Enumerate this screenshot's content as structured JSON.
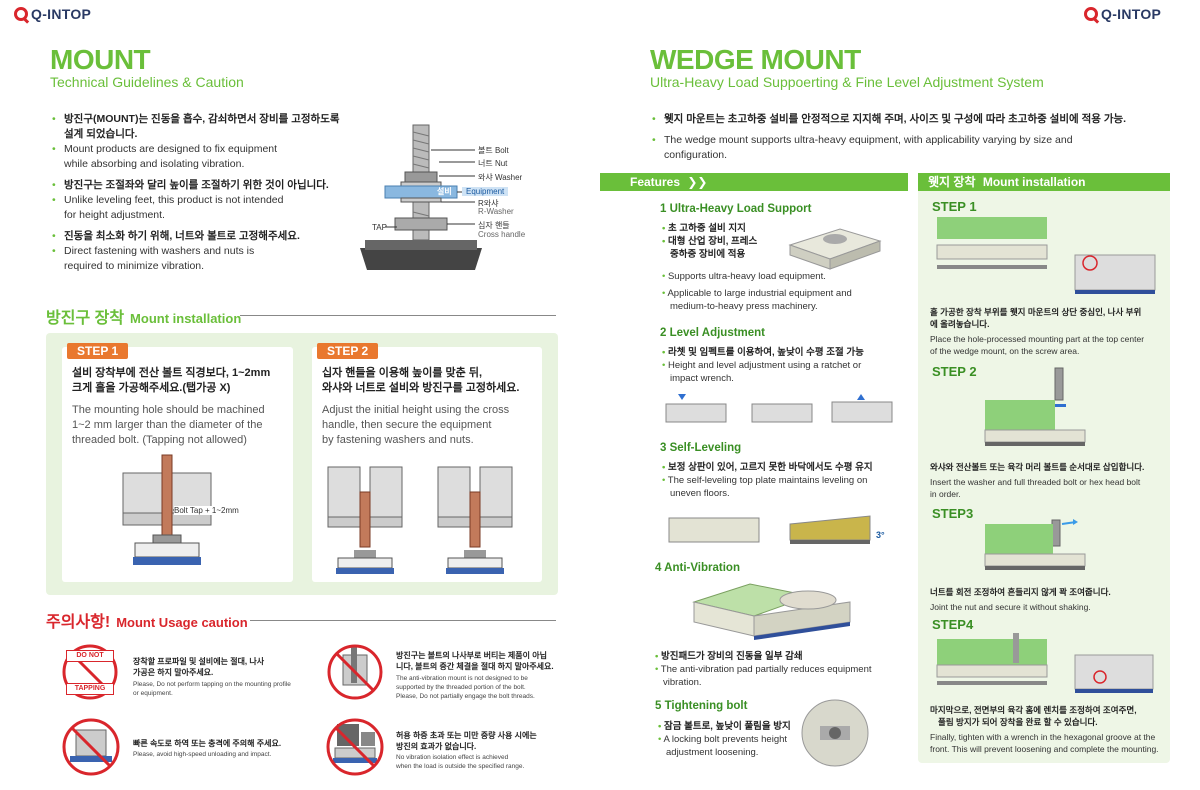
{
  "brand": "Q-INTOP",
  "left": {
    "title": "MOUNT",
    "subtitle": "Technical Guidelines & Caution",
    "bullets": [
      {
        "ko1": "방진구(MOUNT)는 진동을 흡수, 감쇠하면서 장비를 고정하도록",
        "ko2": "설계 되었습니다.",
        "en1": "Mount products are designed to fix equipment",
        "en2": "while absorbing and isolating vibration."
      },
      {
        "ko1": "방진구는 조절좌와 달리 높이를 조절하기 위한 것이 아닙니다.",
        "ko2": "",
        "en1": "Unlike leveling feet, this product is not intended",
        "en2": "for height adjustment."
      },
      {
        "ko1": "진동을 최소화 하기 위해, 너트와 볼트로 고정해주세요.",
        "ko2": "",
        "en1": "Direct fastening with washers and nuts is",
        "en2": "required to minimize vibration."
      }
    ],
    "diagram": {
      "bolt": "볼트 Bolt",
      "nut": "너트 Nut",
      "washer": "와샤 Washer",
      "equipment_ko": "설비",
      "equipment_en": "Equipment",
      "rwasher_ko": "R와샤",
      "rwasher_en": "R-Washer",
      "tap": "TAP",
      "cross_ko": "십자 핸들",
      "cross_en": "Cross handle"
    },
    "install": {
      "title_ko": "방진구 장착",
      "title_en": "Mount installation",
      "step1": {
        "tag": "STEP 1",
        "ko1": "설비 장착부에 전산 볼트 직경보다, 1~2mm",
        "ko2": "크게 홀을 가공해주세요.(탭가공 X)",
        "en1": "The mounting hole should be machined",
        "en2": "1~2 mm larger than the diameter of the",
        "en3": "threaded bolt. (Tapping not allowed)",
        "label": "Bolt Tap + 1~2mm"
      },
      "step2": {
        "tag": "STEP 2",
        "ko1": "십자 핸들을 이용해 높이를 맞춘 뒤,",
        "ko2": "와샤와 너트로 설비와 방진구를 고정하세요.",
        "en1": "Adjust the initial height using the cross",
        "en2": "handle, then secure the equipment",
        "en3": "by fastening washers and nuts."
      }
    },
    "caution": {
      "title_ko": "주의사항!",
      "title_en": "Mount Usage caution",
      "items": [
        {
          "ko1": "장착할 프로파일 및 설비에는 절대, 나사",
          "ko2": "가공은 하지 말아주세요.",
          "en1": "Please, Do not perform tapping on the mounting profile",
          "en2": "or equipment.",
          "stamp1": "DO NOT",
          "stamp2": "TAPPING"
        },
        {
          "ko1": "방진구는 볼트의 나사부로 버티는 제품이 아닙",
          "ko2": "니다, 볼트의 중간 체결을 절대 하지 말아주세요.",
          "en1": "The anti-vibration mount is not designed to be",
          "en2": "supported by the threaded portion of the bolt.",
          "en3": "Please, Do not partially engage the bolt threads."
        },
        {
          "ko1": "빠른 속도로 하역 또는 충격에 주의해 주세요.",
          "ko2": "",
          "en1": "Please, avoid high-speed unloading and impact.",
          "en2": ""
        },
        {
          "ko1": "허용 하중 초과 또는 미만 중량 사용 시에는",
          "ko2": "방진의 효과가 없습니다.",
          "en1": "No vibration isolation effect is achieved",
          "en2": "when the load is outside the specified range."
        }
      ]
    }
  },
  "right": {
    "title": "WEDGE MOUNT",
    "subtitle": "Ultra-Heavy Load Suppoerting & Fine Level Adjustment System",
    "intro_ko": "웻지 마운트는 초고하중 설비를 안정적으로 지지해 주며, 사이즈 및 구성에 따라 초고하중 설비에 적용 가능.",
    "intro_en1": "The wedge mount supports ultra-heavy equipment, with applicability varying by size and",
    "intro_en2": "configuration.",
    "features_label": "Features",
    "features": [
      {
        "h": "1  Ultra-Heavy Load Support",
        "l1": "초 고하중 설비 지지",
        "l2": "대형 산업 장비, 프레스",
        "l3": "중하중 장비에 적용",
        "l4": "Supports ultra-heavy load equipment.",
        "l5": "Applicable to large industrial equipment and",
        "l6": "medium-to-heavy press machinery."
      },
      {
        "h": "2  Level Adjustment",
        "l1": "라쳇 및 임펙트를 이용하여, 높낮이 수평 조절 가능",
        "l2": "Height and level adjustment using a ratchet or",
        "l3": "impact wrench."
      },
      {
        "h": "3  Self-Leveling",
        "l1": "보정 상판이 있어, 고르지 못한 바닥에서도 수평 유지",
        "l2": "The self-leveling top plate maintains leveling on",
        "l3": "uneven floors.",
        "angle": "3°"
      },
      {
        "h": "4  Anti-Vibration",
        "l1": "방진패드가 장비의 진동을 일부 감쇄",
        "l2": "The anti-vibration pad partially reduces equipment",
        "l3": "vibration."
      },
      {
        "h": "5  Tightening bolt",
        "l1": "잠금 볼트로, 높낮이 풀림을 방지",
        "l2": "A locking bolt prevents height",
        "l3": "adjustment loosening."
      }
    ],
    "install": {
      "label_ko": "웻지 장착",
      "label_en": "Mount installation",
      "steps": [
        {
          "h": "STEP 1",
          "ko1": "홀 가공한 장착 부위를 웻지 마운트의 상단 중심인, 나사 부위",
          "ko2": "에 올려놓습니다.",
          "en1": "Place the hole-processed mounting part at the top center",
          "en2": "of the wedge mount, on the screw area."
        },
        {
          "h": "STEP 2",
          "ko1": "와샤와 전산볼트 또는 육각 머리 볼트를 순서대로 삽입합니다.",
          "ko2": "",
          "en1": "Insert the washer and full threaded bolt or hex head bolt",
          "en2": "in order."
        },
        {
          "h": "STEP3",
          "ko1": "너트를 회전 조정하여 흔들리지 않게 꽉 조여줍니다.",
          "ko2": "",
          "en1": "Joint the nut and secure it without shaking.",
          "en2": ""
        },
        {
          "h": "STEP4",
          "ko1": "마지막으로, 전면부의 육각 홈에 렌치를 조정하여 조여주면,",
          "ko2": "풀림 방지가 되어 장착을 완료 할 수 있습니다.",
          "en1": "Finally, tighten with a wrench in the hexagonal groove at the",
          "en2": "front. This will prevent loosening and complete the mounting."
        }
      ]
    }
  },
  "colors": {
    "green": "#6abf3a",
    "orange": "#e9782f",
    "red": "#d9262c",
    "navy": "#2a3a64",
    "panel": "#e8f3df"
  }
}
